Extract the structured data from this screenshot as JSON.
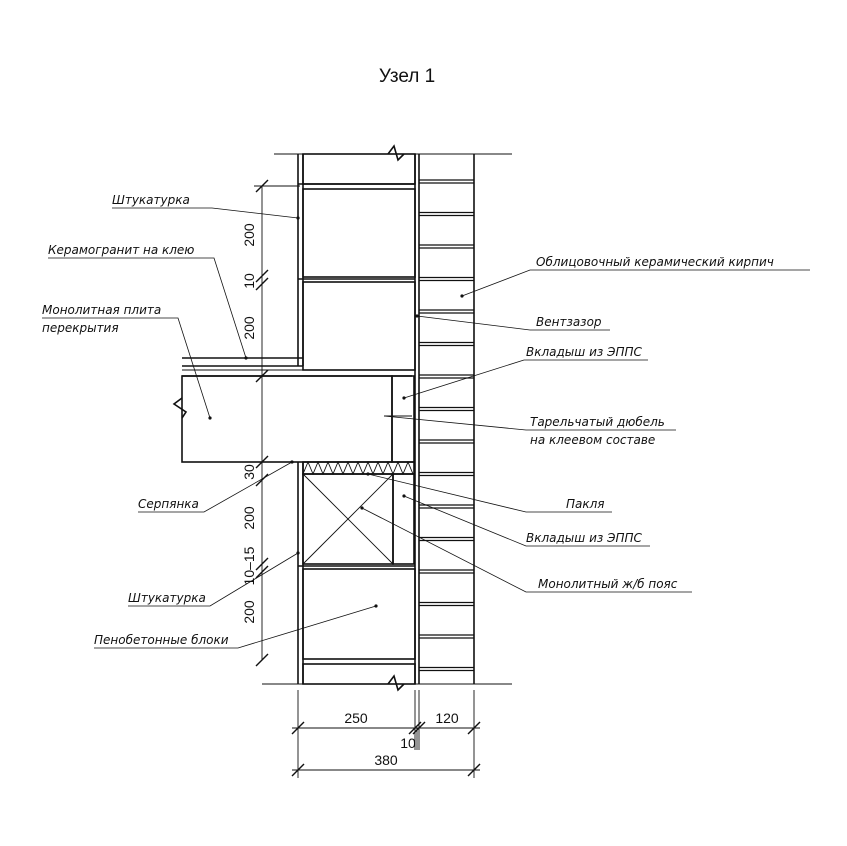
{
  "title": "Узел 1",
  "labels": {
    "shtukaturka_top": "Штукатурка",
    "keramogranit": "Керамогранит на клею",
    "plita_line1": "Монолитная плита",
    "plita_line2": "перекрытия",
    "serpyanka": "Серпянка",
    "shtukaturka_bottom": "Штукатурка",
    "penobeton": "Пенобетонные блоки",
    "oblitsovochny": "Облицовочный керамический кирпич",
    "ventzazor": "Вентзазор",
    "vkladysh_top": "Вкладыш из ЭППС",
    "dyubel_line1": "Тарельчатый дюбель",
    "dyubel_line2": "на клеевом составе",
    "paklya": "Пакля",
    "vkladysh_bottom": "Вкладыш из ЭППС",
    "poyas": "Монолитный ж/б пояс"
  },
  "dimensions": {
    "v_200_top": "200",
    "v_10": "10",
    "v_200_mid": "200",
    "v_30": "30",
    "v_200_low": "200",
    "v_10_15": "10–15",
    "v_200_bottom": "200",
    "h_250": "250",
    "h_120": "120",
    "h_10": "10",
    "h_380": "380"
  }
}
